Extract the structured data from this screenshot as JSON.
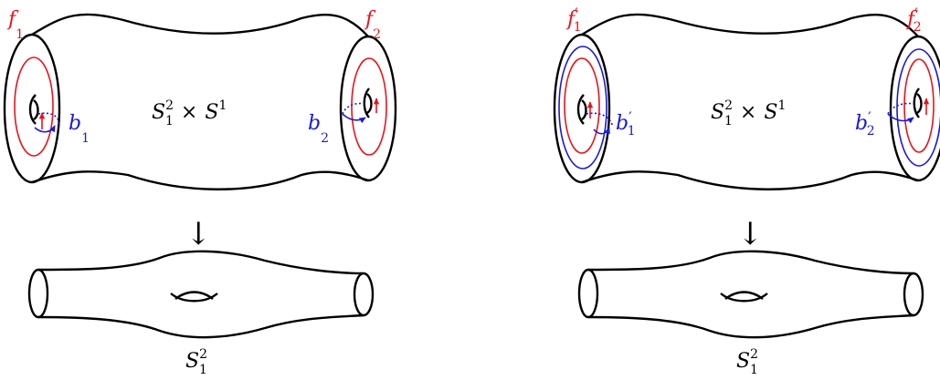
{
  "colors": {
    "stroke": "#000000",
    "red": "#e8141c",
    "blue": "#1a1ad6"
  },
  "panels": [
    {
      "fiber_left": "f",
      "fiber_left_sub": "1",
      "fiber_left_prime": "",
      "fiber_right": "f",
      "fiber_right_sub": "2",
      "fiber_right_prime": "",
      "curve_left": "b",
      "curve_left_sub": "1",
      "curve_left_prime": "",
      "curve_right": "b",
      "curve_right_sub": "2",
      "curve_right_prime": "",
      "total_space": "S",
      "total_space_sup": "2",
      "total_space_sub": "1",
      "times": "×",
      "circle": "S",
      "circle_sup": "1",
      "arrow": "↓",
      "base": "S",
      "base_sup": "2",
      "base_sub": "1"
    },
    {
      "fiber_left": "f",
      "fiber_left_sub": "1",
      "fiber_left_prime": "′",
      "fiber_right": "f",
      "fiber_right_sub": "2",
      "fiber_right_prime": "′",
      "curve_left": "b",
      "curve_left_sub": "1",
      "curve_left_prime": "′",
      "curve_right": "b",
      "curve_right_sub": "2",
      "curve_right_prime": "′",
      "total_space": "S",
      "total_space_sup": "2",
      "total_space_sub": "1",
      "times": "×",
      "circle": "S",
      "circle_sup": "1",
      "arrow": "↓",
      "base": "S",
      "base_sup": "2",
      "base_sub": "1"
    }
  ]
}
